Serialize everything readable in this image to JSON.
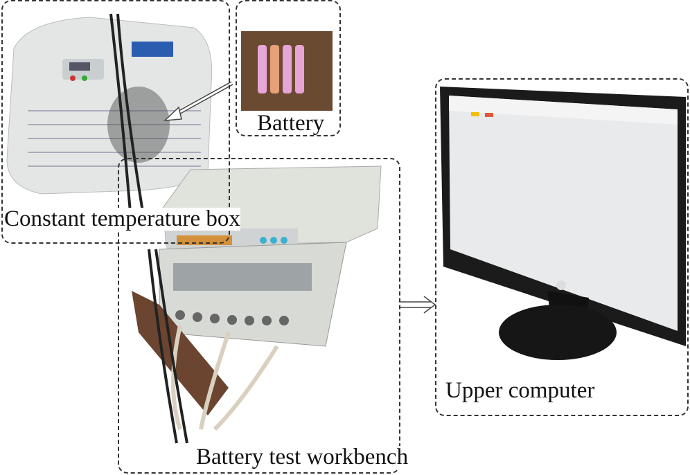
{
  "labels": {
    "temperature_box": "Constant temperature box",
    "battery": "Battery",
    "workbench": "Battery test workbench",
    "computer": "Upper computer"
  },
  "colors": {
    "dashed_border": "#333333",
    "background": "#ffffff"
  }
}
